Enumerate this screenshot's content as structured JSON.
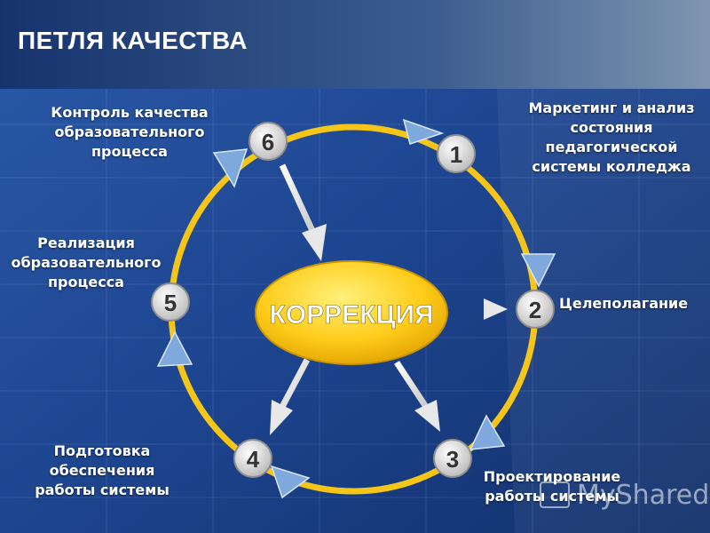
{
  "title": "ПЕТЛЯ КАЧЕСТВА",
  "center_label": "КОРРЕКЦИЯ",
  "nodes": [
    {
      "number": "1",
      "label": "Маркетинг и анализ состояния педагогической системы колледжа"
    },
    {
      "number": "2",
      "label": "Целеполагание"
    },
    {
      "number": "3",
      "label": "Проектирование работы системы"
    },
    {
      "number": "4",
      "label": "Подготовка обеспечения работы системы"
    },
    {
      "number": "5",
      "label": "Реализация образовательного процесса"
    },
    {
      "number": "6",
      "label": "Контроль качества образовательного процесса"
    }
  ],
  "watermark": "MyShared",
  "colors": {
    "background": "#1c3f80",
    "ring": "#f5c518",
    "center": "#ffcc1a",
    "arrowhead": "#7fa8dc",
    "badge": "#d9d9d9",
    "text": "#ffffff"
  }
}
